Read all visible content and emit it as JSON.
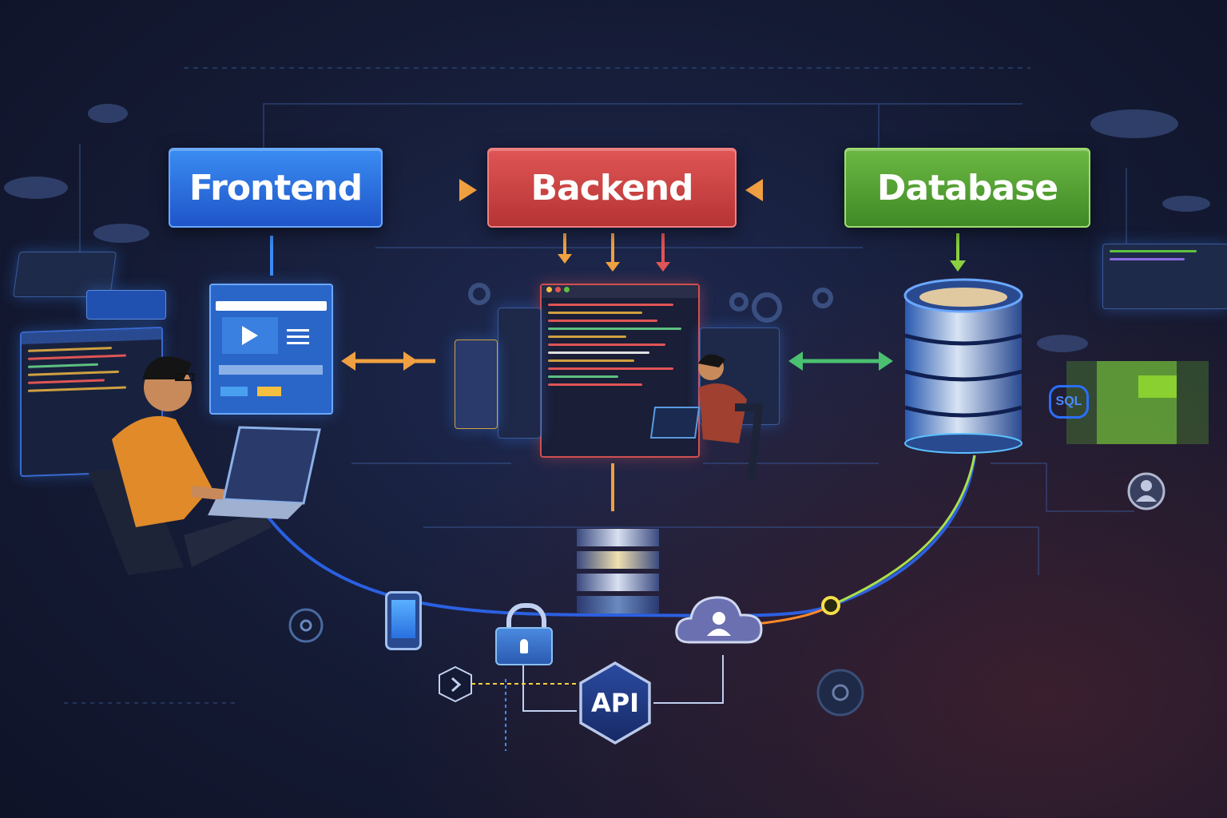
{
  "layers": {
    "frontend": "Frontend",
    "backend": "Backend",
    "database": "Database"
  },
  "api_label": "API",
  "sql_label": "SQL",
  "colors": {
    "frontend": "#2e7be8",
    "backend": "#d44a4a",
    "database": "#5ea83a",
    "arrow": "#f0a040",
    "background": "#141a33"
  }
}
